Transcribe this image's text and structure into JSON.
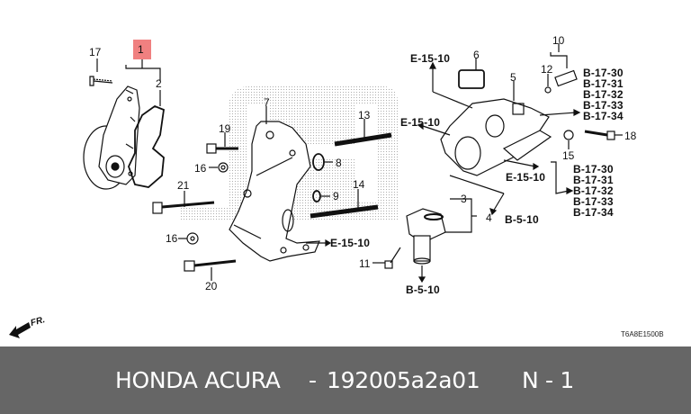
{
  "diagram": {
    "highlight_color": "#f08080",
    "callouts": [
      {
        "id": "1",
        "label": "1",
        "highlighted": true
      },
      {
        "id": "2",
        "label": "2"
      },
      {
        "id": "3",
        "label": "3"
      },
      {
        "id": "4",
        "label": "4"
      },
      {
        "id": "5",
        "label": "5"
      },
      {
        "id": "6",
        "label": "6"
      },
      {
        "id": "7",
        "label": "7"
      },
      {
        "id": "8",
        "label": "8"
      },
      {
        "id": "9",
        "label": "9"
      },
      {
        "id": "10",
        "label": "10"
      },
      {
        "id": "11",
        "label": "11"
      },
      {
        "id": "12",
        "label": "12"
      },
      {
        "id": "13",
        "label": "13"
      },
      {
        "id": "14",
        "label": "14"
      },
      {
        "id": "15",
        "label": "15"
      },
      {
        "id": "16a",
        "label": "16"
      },
      {
        "id": "16b",
        "label": "16"
      },
      {
        "id": "17",
        "label": "17"
      },
      {
        "id": "18",
        "label": "18"
      },
      {
        "id": "19",
        "label": "19"
      },
      {
        "id": "20",
        "label": "20"
      },
      {
        "id": "21",
        "label": "21"
      }
    ],
    "references": {
      "e15_top": "E-15-10",
      "e15_left": "E-15-10",
      "e15_mid": "E-15-10",
      "e15_bracket": "E-15-10",
      "b5_right": "B-5-10",
      "b5_bottom": "B-5-10",
      "b17_group_top": [
        "B-17-30",
        "B-17-31",
        "B-17-32",
        "B-17-33",
        "B-17-34"
      ],
      "b17_group_bottom": [
        "B-17-30",
        "B-17-31",
        "B-17-32",
        "B-17-33",
        "B-17-34"
      ]
    },
    "front_indicator": "FR.",
    "diagram_code": "T6A8E1500B"
  },
  "footer": {
    "brand": "HONDA ACURA",
    "separator": "-",
    "part_number": "192005a2a01",
    "position": "N - 1",
    "background": "#666666",
    "text_color": "#ffffff"
  }
}
